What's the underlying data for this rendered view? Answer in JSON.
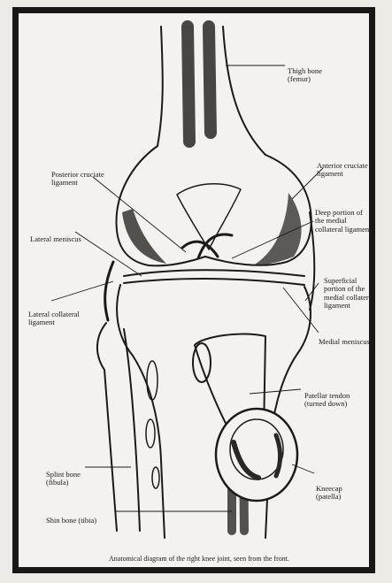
{
  "caption": "Anatomical diagram of the right knee joint, seen from the front.",
  "labels": {
    "thigh_bone": [
      "Thigh bone",
      "(femur)"
    ],
    "anterior_cruciate": [
      "Anterior cruciate",
      "ligament"
    ],
    "posterior_cruciate": [
      "Posterior cruciate",
      "ligament"
    ],
    "deep_medial_collateral": [
      "Deep portion of",
      "the medial",
      "collateral ligament"
    ],
    "lateral_meniscus": [
      "Lateral meniscus"
    ],
    "superficial_medial_collateral": [
      "Superficial",
      "portion of the",
      "medial collateral",
      "ligament"
    ],
    "lateral_collateral": [
      "Lateral collateral",
      "ligament"
    ],
    "medial_meniscus": [
      "Medial meniscus"
    ],
    "patellar_tendon": [
      "Patellar tendon",
      "(turned down)"
    ],
    "splint_bone": [
      "Splint bone",
      "(fibula)"
    ],
    "kneecap": [
      "Kneecap",
      "(patella)"
    ],
    "shin_bone": [
      "Shin bone (tibia)"
    ]
  }
}
